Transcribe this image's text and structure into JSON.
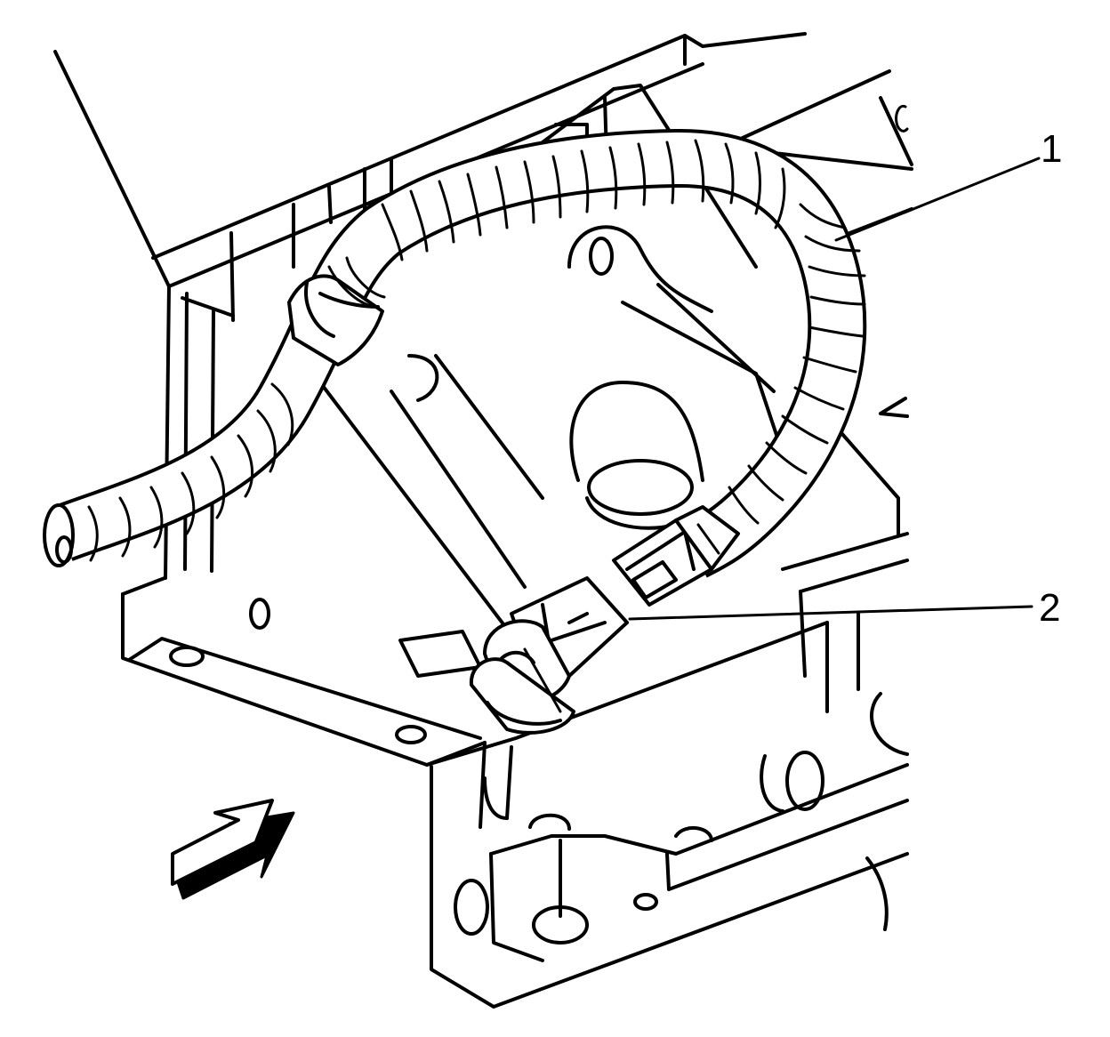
{
  "diagram": {
    "callouts": [
      {
        "id": "1",
        "label": "1",
        "target": "wiring-harness"
      },
      {
        "id": "2",
        "label": "2",
        "target": "sensor-connector"
      }
    ],
    "view_arrow_icon": "hollow-direction-arrow"
  }
}
